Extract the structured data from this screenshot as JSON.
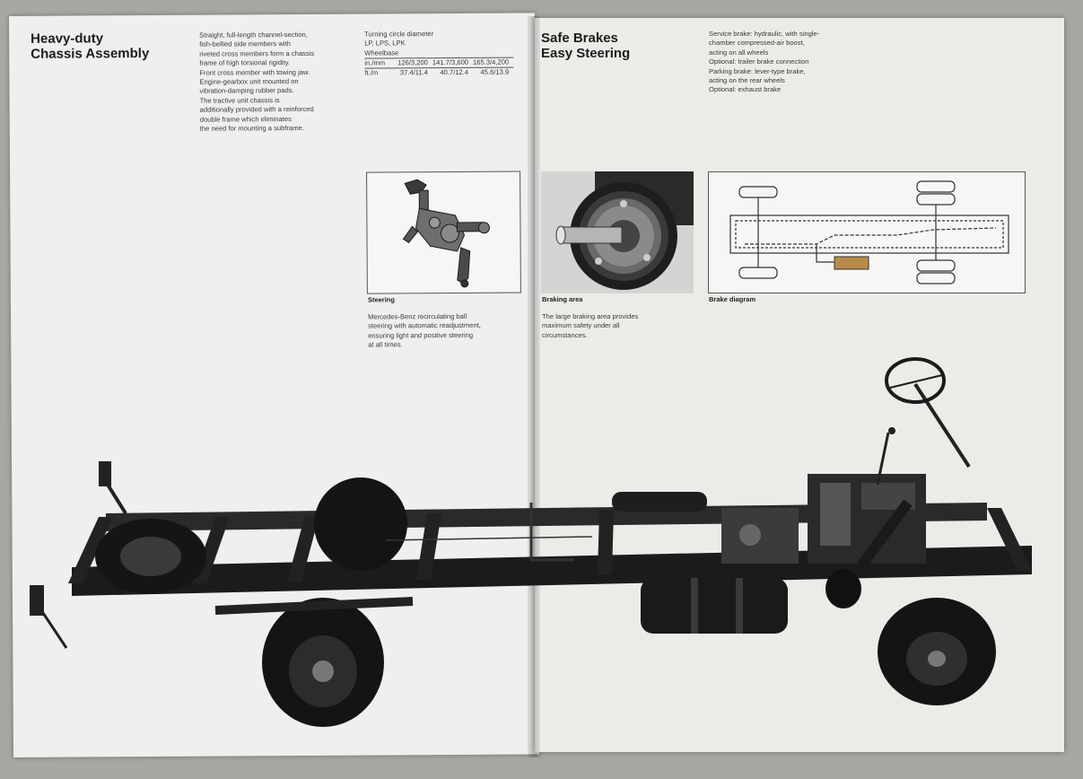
{
  "left": {
    "heading": [
      "Heavy-duty",
      "Chassis Assembly"
    ],
    "description": [
      "Straight, full-length channel-section,",
      "fish-bellied side members with",
      "riveted cross members form a chassis",
      "frame of high torsional rigidity.",
      "Front cross member with towing jaw.",
      "Engine-gearbox unit mounted on",
      "vibration-damping rubber pads.",
      "The tractive unit chassis is",
      "additionally provided with a reinforced",
      "double frame which eliminates",
      "the need for mounting a subframe."
    ],
    "turning_circle": {
      "title": "Turning circle diameter",
      "models": "LP, LPS, LPK",
      "wheelbase_label": "Wheelbase",
      "rows": [
        {
          "unit": "in./mm",
          "values": [
            "126/3,200",
            "141.7/3,600",
            "165.3/4,200"
          ]
        },
        {
          "unit": "ft./m",
          "values": [
            "37.4/11.4",
            "40.7/12.4",
            "45.6/13.9"
          ]
        }
      ]
    },
    "steering": {
      "caption": "Steering",
      "text": [
        "Mercedes-Benz recirculating ball",
        "steering with automatic readjustment,",
        "ensuring light and positive steering",
        "at all times."
      ]
    }
  },
  "right": {
    "heading": [
      "Safe Brakes",
      "Easy Steering"
    ],
    "brake_specs": [
      "Service brake: hydraulic, with single-",
      "chamber compressed-air boost,",
      "acting on all wheels",
      "Optional: trailer brake connection",
      "Parking brake: lever-type brake,",
      "acting on the rear wheels",
      "Optional: exhaust brake"
    ],
    "braking_area": {
      "caption": "Braking area",
      "text": [
        "The large braking area provides",
        "maximum safety under all",
        "circumstances."
      ]
    },
    "brake_diagram": {
      "caption": "Brake diagram"
    }
  },
  "colors": {
    "paper": "#efefed",
    "background": "#a9a7a3",
    "ink": "#1d1d1d",
    "chassis": "#1b1b1b",
    "tank": "#b88a4a"
  }
}
